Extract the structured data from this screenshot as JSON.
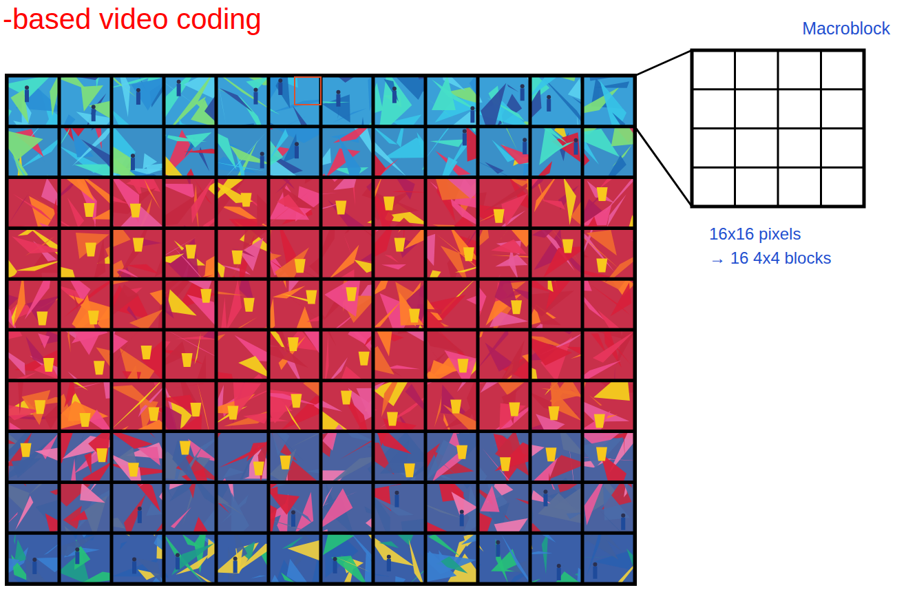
{
  "diagram": {
    "title": "-based video coding",
    "nodes": [
      {
        "text": [
          "Macroblock"
        ]
      }
    ],
    "labels": [
      "16x16 pixels",
      "→ 16 4x4 blocks"
    ]
  }
}
